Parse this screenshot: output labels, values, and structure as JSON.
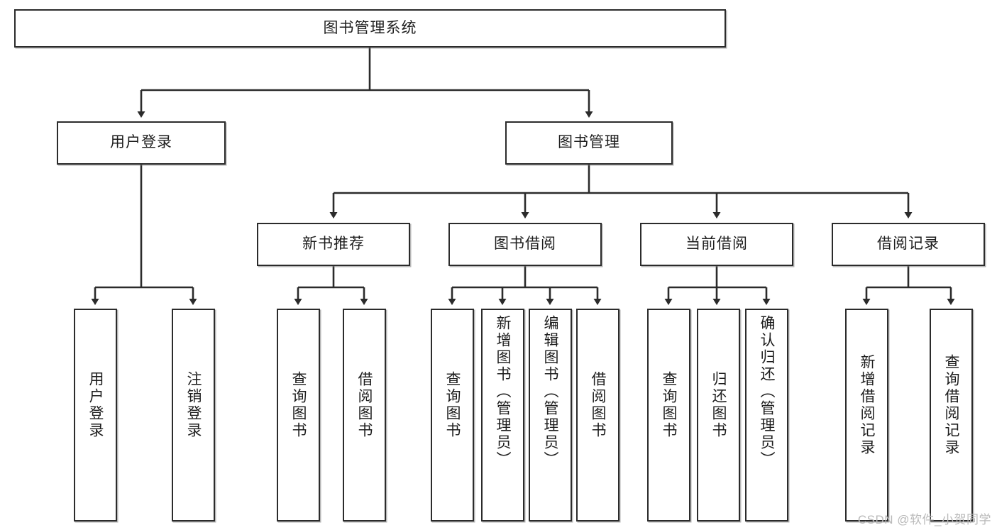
{
  "diagram": {
    "title": "图书管理系统",
    "type": "tree-hierarchy-chart",
    "root": {
      "label": "图书管理系统"
    },
    "level2": [
      {
        "label": "用户登录"
      },
      {
        "label": "图书管理"
      }
    ],
    "level3": [
      {
        "label": "新书推荐"
      },
      {
        "label": "图书借阅"
      },
      {
        "label": "当前借阅"
      },
      {
        "label": "借阅记录"
      }
    ],
    "leaves": {
      "user_login": [
        {
          "label": "用户登录"
        },
        {
          "label": "注销登录"
        }
      ],
      "new_book_recommend": [
        {
          "label": "查询图书"
        },
        {
          "label": "借阅图书"
        }
      ],
      "book_borrow": [
        {
          "label": "查询图书"
        },
        {
          "label": "新增图书（管理员）"
        },
        {
          "label": "编辑图书（管理员）"
        },
        {
          "label": "借阅图书"
        }
      ],
      "current_borrow": [
        {
          "label": "查询图书"
        },
        {
          "label": "归还图书"
        },
        {
          "label": "确认归还（管理员）"
        }
      ],
      "borrow_record": [
        {
          "label": "新增借阅记录"
        },
        {
          "label": "查询借阅记录"
        }
      ]
    },
    "watermark": "CSDN @软件_小贺同学",
    "colors": {
      "background": "#ffffff",
      "box_border": "#2b2b2b",
      "box_fill": "#ffffff",
      "text": "#1d1d1d",
      "connector": "#2b2b2b",
      "watermark": "#b9b9b9"
    }
  }
}
